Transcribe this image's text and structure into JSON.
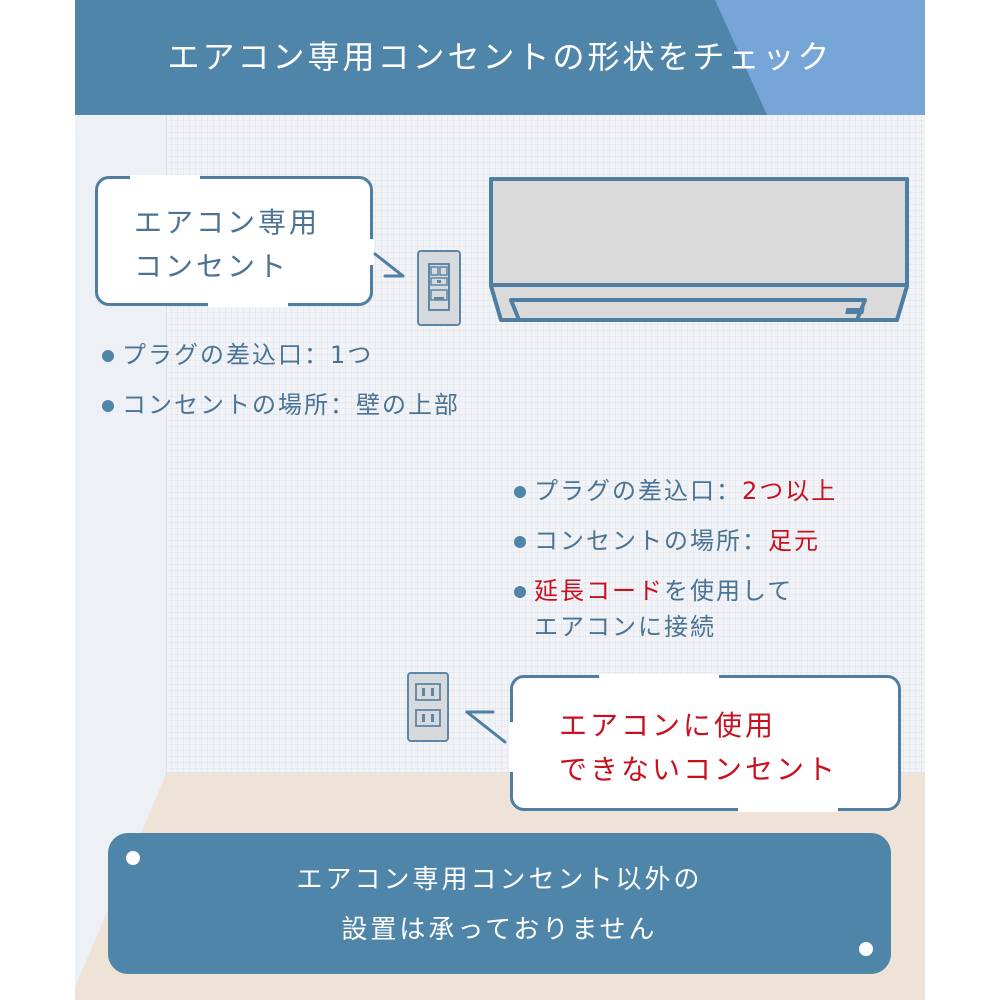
{
  "header": {
    "title": "エアコン専用コンセントの形状をチェック",
    "colors": {
      "banner": "#4e85a8",
      "accent": "#76a5d8"
    }
  },
  "dedicated_outlet": {
    "callout_line1": "エアコン専用",
    "callout_line2": "コンセント",
    "features": [
      {
        "label": "プラグの差込口：",
        "value": "1つ"
      },
      {
        "label": "コンセントの場所：",
        "value": "壁の上部"
      }
    ]
  },
  "non_dedicated_outlet": {
    "features": [
      {
        "label": "プラグの差込口：",
        "value": "2つ以上"
      },
      {
        "label": "コンセントの場所：",
        "value": "足元"
      },
      {
        "label_red": "延長コード",
        "label": "を使用して",
        "continuation": "エアコンに接続"
      }
    ],
    "callout_line1": "エアコンに使用",
    "callout_line2": "できないコンセント"
  },
  "note": {
    "line1": "エアコン専用コンセント以外の",
    "line2": "設置は承っておりません"
  },
  "colors": {
    "text_blue": "#4a7394",
    "text_red": "#c8101e",
    "outline": "#4e7ea1",
    "floor": "#efe2d6",
    "wall": "#f1f3f7"
  }
}
